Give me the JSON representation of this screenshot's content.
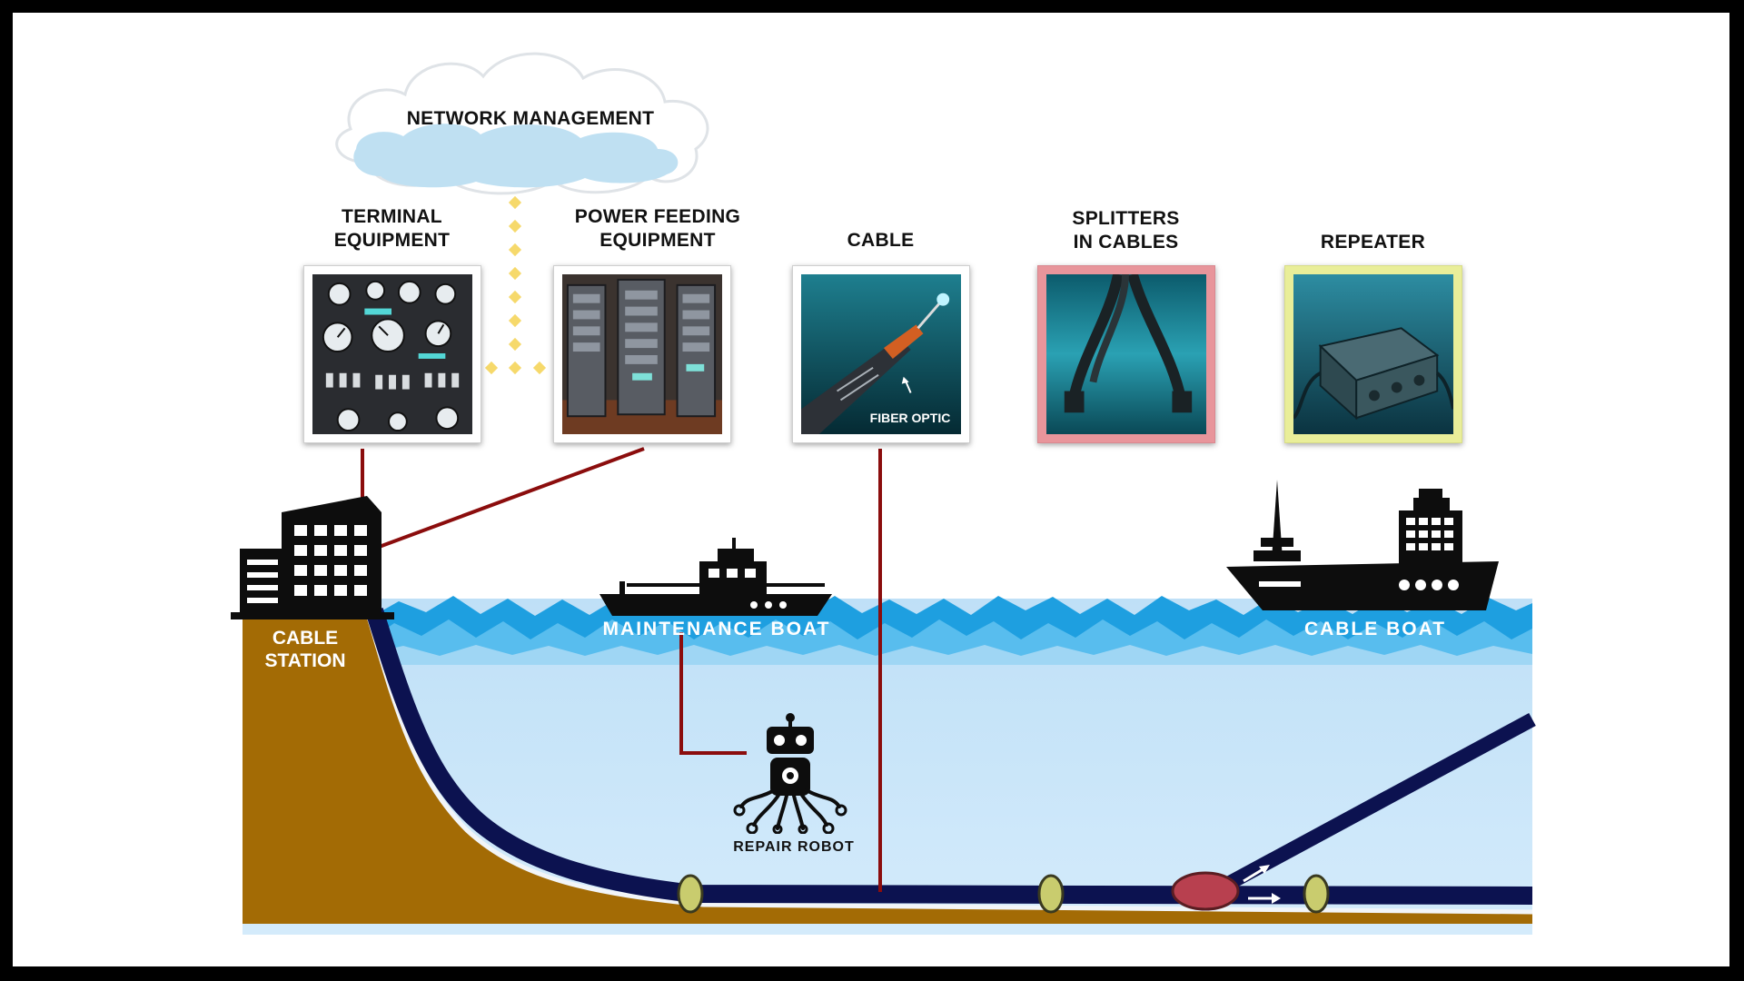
{
  "title": "NETWORK MANAGEMENT",
  "components": [
    {
      "line1": "TERMINAL",
      "line2": "EQUIPMENT",
      "image": "control-panel-gauges"
    },
    {
      "line1": "POWER FEEDING",
      "line2": "EQUIPMENT",
      "image": "server-racks"
    },
    {
      "line1": "",
      "line2": "CABLE",
      "image": "fiber-optic-cable",
      "caption": "FIBER OPTIC"
    },
    {
      "line1": "SPLITTERS",
      "line2": "IN CABLES",
      "image": "underwater-splitters"
    },
    {
      "line1": "",
      "line2": "REPEATER",
      "image": "underwater-repeater"
    }
  ],
  "frame_colors": {
    "splitters": "#e8959b",
    "repeater": "#e9ee99",
    "default": "#ffffff"
  },
  "scene": {
    "cable_station": {
      "line1": "CABLE",
      "line2": "STATION",
      "icon": "building-icon"
    },
    "maintenance_boat": {
      "label": "MAINTENANCE BOAT",
      "icon": "boat-icon"
    },
    "cable_boat": {
      "label": "CABLE BOAT",
      "icon": "ship-icon"
    },
    "repair_robot": {
      "label": "REPAIR ROBOT",
      "icon": "robot-icon"
    }
  },
  "colors": {
    "sea": "#cfe7fa",
    "wave": "#1e9fe0",
    "seabed": "#a36b05",
    "cable": "#0c1250",
    "connector": "#8b0d0d",
    "management_link": "#f6d96b",
    "repeater": "#c9cc6e",
    "splitter": "#b8404f"
  }
}
